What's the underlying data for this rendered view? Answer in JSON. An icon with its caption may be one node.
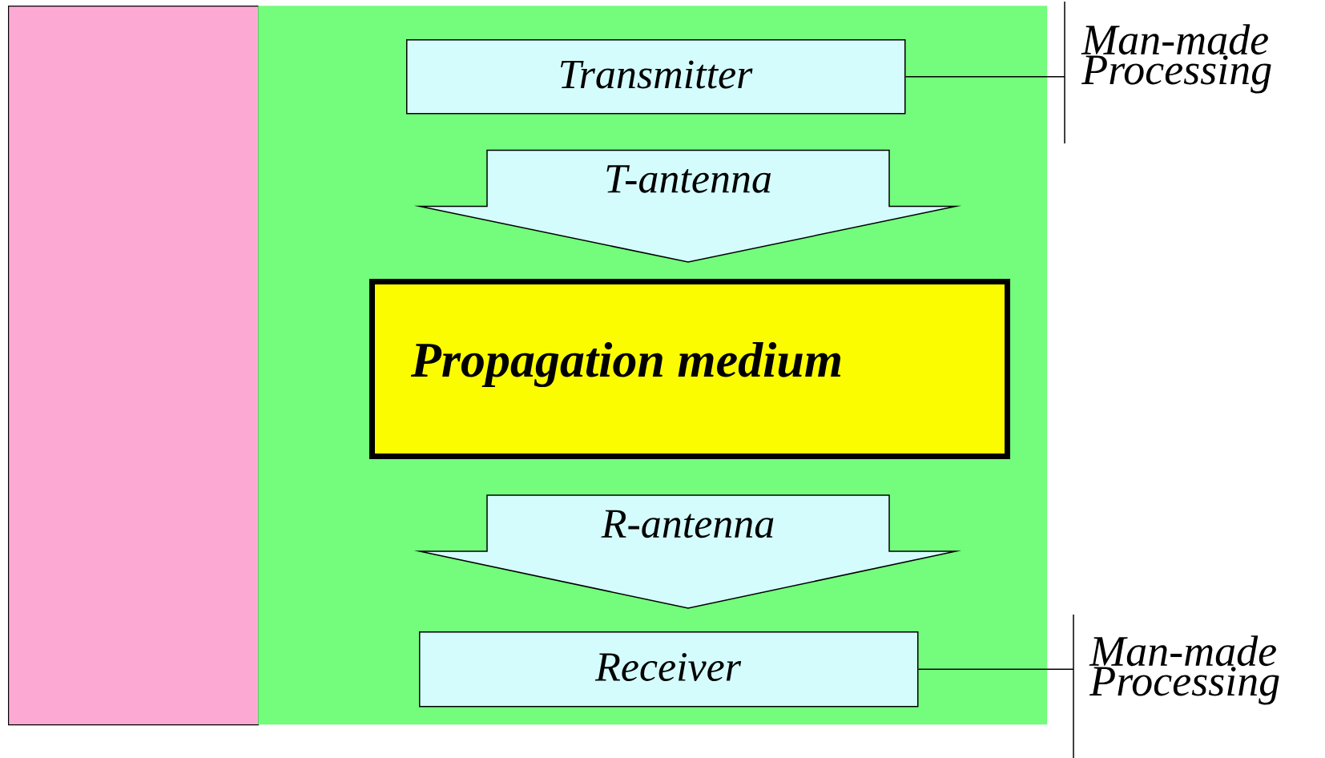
{
  "diagram": {
    "nodes": [
      {
        "text": [],
        "shape": "box"
      },
      {
        "text": [],
        "shape": "box"
      },
      {
        "text": [
          "Transmitter"
        ],
        "in": 1
      },
      {
        "text": [
          "Propagation medium"
        ],
        "in": 1
      },
      {
        "text": [
          "Receiver"
        ],
        "in": 1
      },
      {
        "text": [
          "Man-made Processing"
        ]
      },
      {
        "text": [
          "Man-made Processing"
        ]
      }
    ],
    "edges": [
      {
        "from": 2,
        "to": 3,
        "label": "T-antenna",
        "arrow": "to"
      },
      {
        "from": 3,
        "to": 4,
        "label": "R-antenna",
        "arrow": "to"
      },
      {
        "from": 2,
        "to": 5,
        "arrow": "none"
      },
      {
        "from": 4,
        "to": 6,
        "arrow": "none"
      }
    ]
  }
}
